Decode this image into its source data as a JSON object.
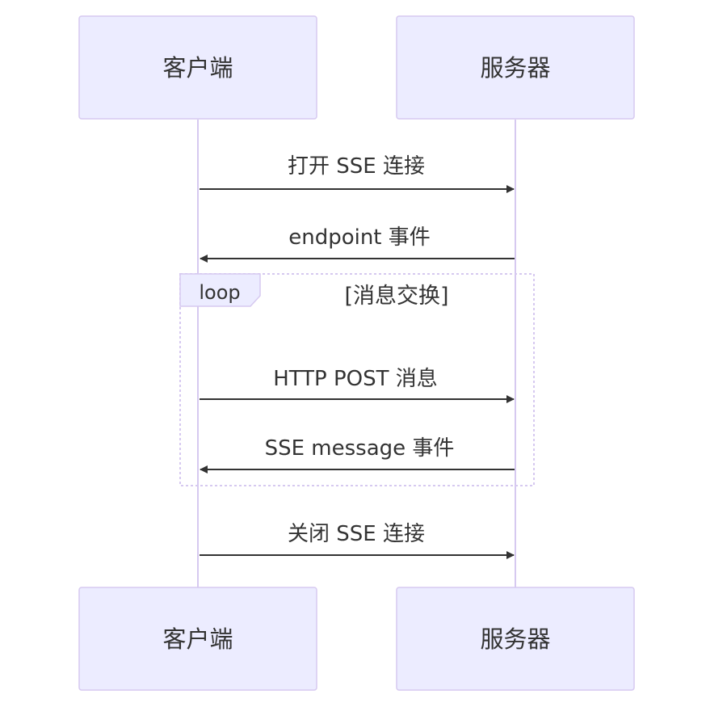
{
  "participants": [
    {
      "id": "client",
      "label": "客户端"
    },
    {
      "id": "server",
      "label": "服务器"
    }
  ],
  "messages": [
    {
      "from": "client",
      "to": "server",
      "label": "打开 SSE 连接"
    },
    {
      "from": "server",
      "to": "client",
      "label": "endpoint 事件"
    },
    {
      "from": "client",
      "to": "server",
      "label": "HTTP POST 消息"
    },
    {
      "from": "server",
      "to": "client",
      "label": "SSE message 事件"
    },
    {
      "from": "client",
      "to": "server",
      "label": "关闭 SSE 连接"
    }
  ],
  "loop": {
    "keyword": "loop",
    "condition": "[消息交换]",
    "message_indices": [
      2,
      3
    ]
  },
  "colors": {
    "actor_fill": "#ececff",
    "actor_stroke": "#d6c9f0",
    "lifeline": "#d6c9f0",
    "arrow": "#333333",
    "text": "#333333",
    "loop_border": "#d6c9f0"
  }
}
